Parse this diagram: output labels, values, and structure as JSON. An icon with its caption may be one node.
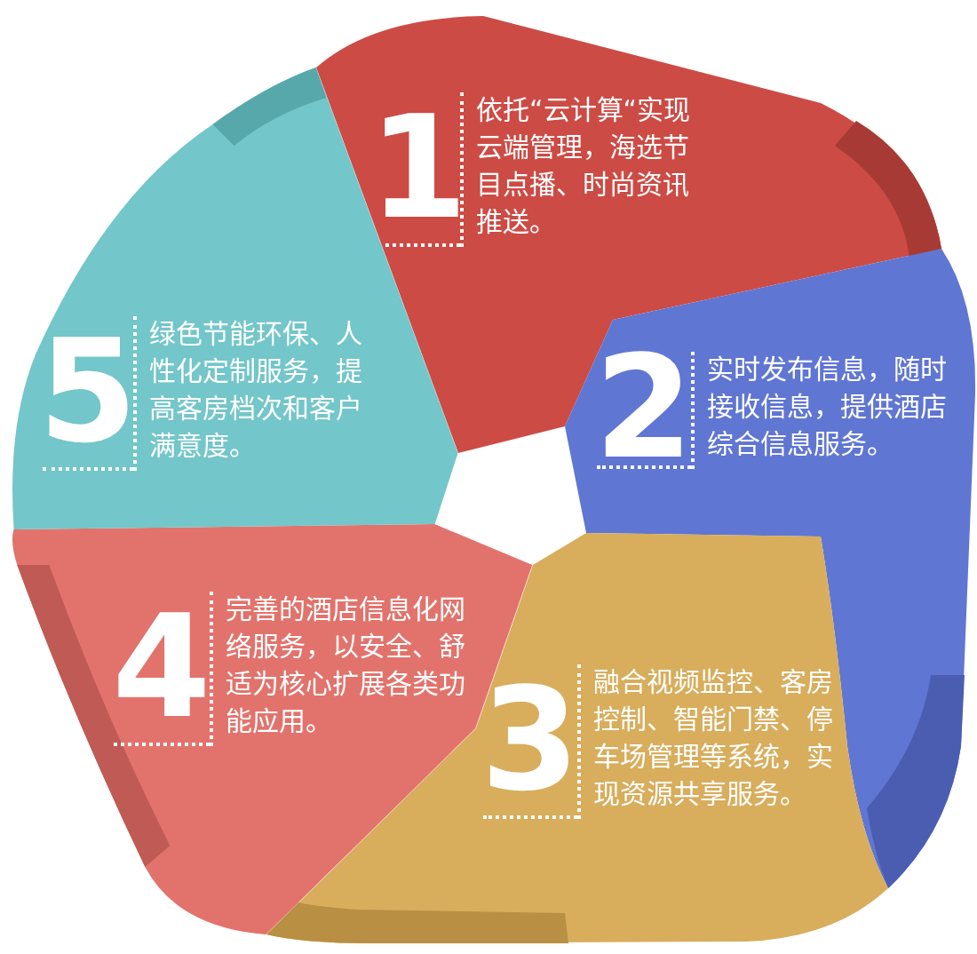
{
  "diagram": {
    "nodes": [
      {
        "text": [
          "1",
          "依托“云计算“实现云端管理，海选节目点播、时尚资讯推送。"
        ]
      },
      {
        "text": [
          "2",
          "实时发布信息，随时接收信息，提供酒店综合信息服务。"
        ]
      },
      {
        "text": [
          "3",
          "融合视频监控、客房控制、智能门禁、停车场管理等系统，实现资源共享服务。"
        ]
      },
      {
        "text": [
          "4",
          "完善的酒店信息化网络服务，以安全、舒适为核心扩展各类功能应用。"
        ]
      },
      {
        "text": [
          "5",
          "绿色节能环保、人性化定制服务，提高客房档次和客户满意度。"
        ]
      }
    ]
  }
}
